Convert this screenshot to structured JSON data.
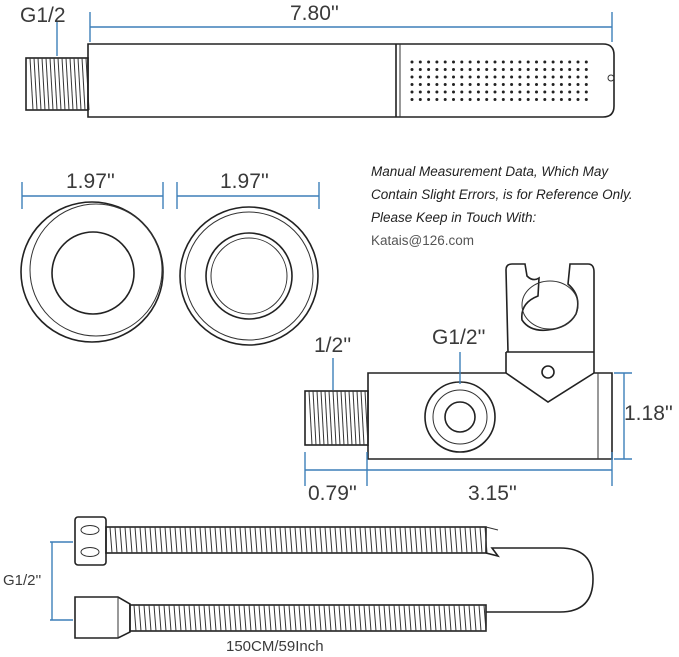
{
  "showerhead": {
    "thread_label": "G1/2",
    "length_label": "7.80''"
  },
  "rings": {
    "left_diameter_label": "1.97''",
    "right_diameter_label": "1.97''"
  },
  "note": {
    "line1": "Manual Measurement Data, Which May",
    "line2": "Contain Slight Errors, is for Reference Only.",
    "line3": "Please Keep in Touch With:",
    "email": "Katais@126.com"
  },
  "holder": {
    "inlet_label": "1/2''",
    "outlet_label": "G1/2''",
    "height_label": "1.18''",
    "thread_length_label": "0.79''",
    "body_length_label": "3.15''"
  },
  "hose": {
    "thread_label": "G1/2''",
    "length_label": "150CM/59Inch"
  },
  "colors": {
    "outline": "#222222",
    "dimension_line": "#3d7fb8",
    "text": "#3a3a3a"
  }
}
